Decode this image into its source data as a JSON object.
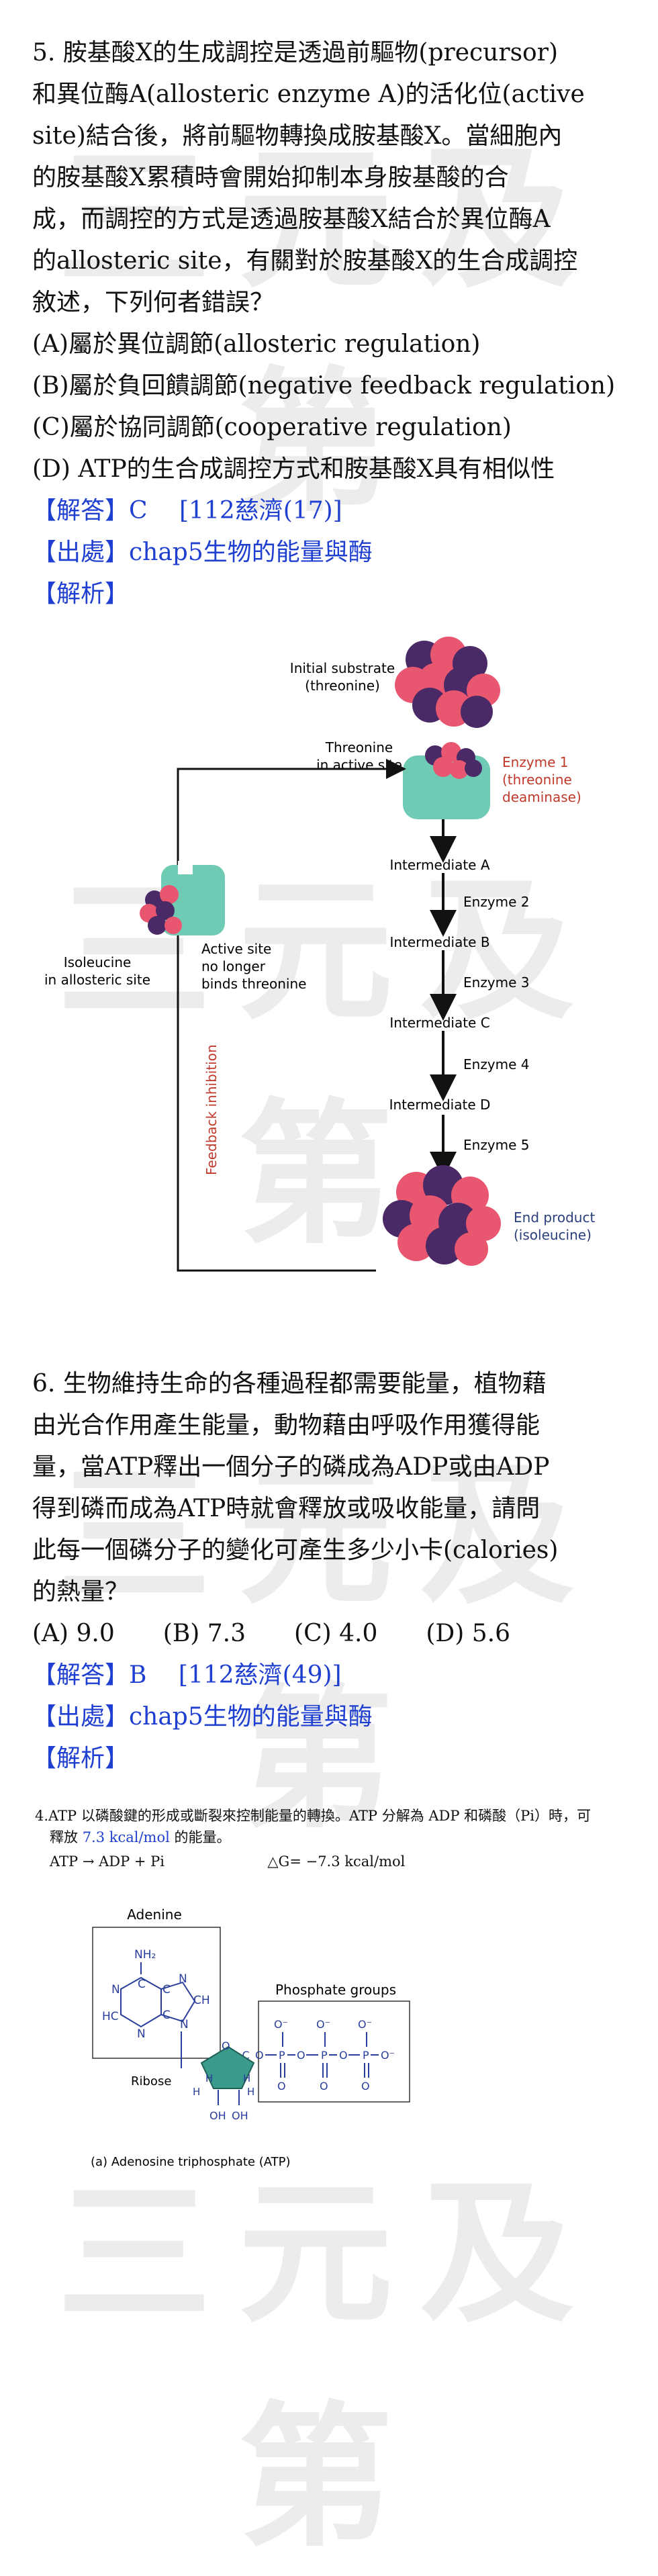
{
  "watermark": "三元及第",
  "q5": {
    "stem_lines": [
      "5. 胺基酸X的生成調控是透過前驅物(precursor)",
      "和異位酶A(allosteric enzyme A)的活化位(active",
      "site)結合後，將前驅物轉換成胺基酸X。當細胞內",
      "的胺基酸X累積時會開始抑制本身胺基酸的合",
      "成，而調控的方式是透過胺基酸X結合於異位酶A",
      "的allosteric site，有關對於胺基酸X的生合成調控",
      "敘述，下列何者錯誤？"
    ],
    "options": [
      "(A)屬於異位調節(allosteric regulation)",
      "(B)屬於負回饋調節(negative feedback regulation)",
      "(C)屬於協同調節(cooperative regulation)",
      "(D) ATP的生合成調控方式和胺基酸X具有相似性"
    ],
    "answer": "【解答】C　 [112慈濟(17)]",
    "source": "【出處】chap5生物的能量與酶",
    "analysis": "【解析】"
  },
  "pathway_figure": {
    "initial_substrate": [
      "Initial substrate",
      "(threonine)"
    ],
    "threonine_active_site": [
      "Threonine",
      "in active site"
    ],
    "enzyme1": [
      "Enzyme 1",
      "(threonine",
      "deaminase)"
    ],
    "intermediates": [
      "Intermediate A",
      "Intermediate B",
      "Intermediate C",
      "Intermediate D"
    ],
    "enzymes": [
      "Enzyme 2",
      "Enzyme 3",
      "Enzyme 4",
      "Enzyme 5"
    ],
    "isoleucine_allosteric": [
      "Isoleucine",
      "in allosteric site"
    ],
    "active_site_note": [
      "Active site",
      "no longer",
      "binds threonine"
    ],
    "feedback": "Feedback inhibition",
    "end_product": [
      "End product",
      "(isoleucine)"
    ],
    "colors": {
      "enzyme": "#6fcbb3",
      "ball_pink": "#e8566f",
      "ball_purple": "#4a2a66",
      "red_label": "#c0392b",
      "blue_label": "#2a3e7c"
    }
  },
  "q6": {
    "stem_lines": [
      "6. 生物維持生命的各種過程都需要能量，植物藉",
      "由光合作用產生能量，動物藉由呼吸作用獲得能",
      "量，當ATP釋出一個分子的磷成為ADP或由ADP",
      "得到磷而成為ATP時就會釋放或吸收能量，請問",
      "此每一個磷分子的變化可產生多少小卡(calories)",
      "的熱量？"
    ],
    "options": "(A) 9.0　　(B) 7.3　　(C) 4.0　　(D) 5.6",
    "answer": "【解答】B　 [112慈濟(49)]",
    "source": "【出處】chap5生物的能量與酶",
    "analysis": "【解析】"
  },
  "atp_note": {
    "line1": "4.ATP 以磷酸鍵的形成或斷裂來控制能量的轉換。ATP 分解為 ADP 和磷酸（Pi）時，可",
    "line2_prefix": "釋放",
    "line2_value": "7.3 kcal/mol",
    "line2_suffix": "的能量。",
    "equation_left": "ATP → ADP + Pi",
    "equation_right": "△G= −7.3 kcal/mol"
  },
  "atp_figure": {
    "adenine": "Adenine",
    "phosphate_groups": "Phosphate groups",
    "ribose": "Ribose",
    "caption": "(a) Adenosine triphosphate (ATP)",
    "nh2": "NH₂",
    "atoms": {
      "N": "N",
      "C": "C",
      "CH": "CH",
      "HC": "HC",
      "O": "O",
      "OH": "OH",
      "H": "H",
      "H2C": "H₂C",
      "P": "P",
      "Ominus": "O⁻"
    }
  }
}
